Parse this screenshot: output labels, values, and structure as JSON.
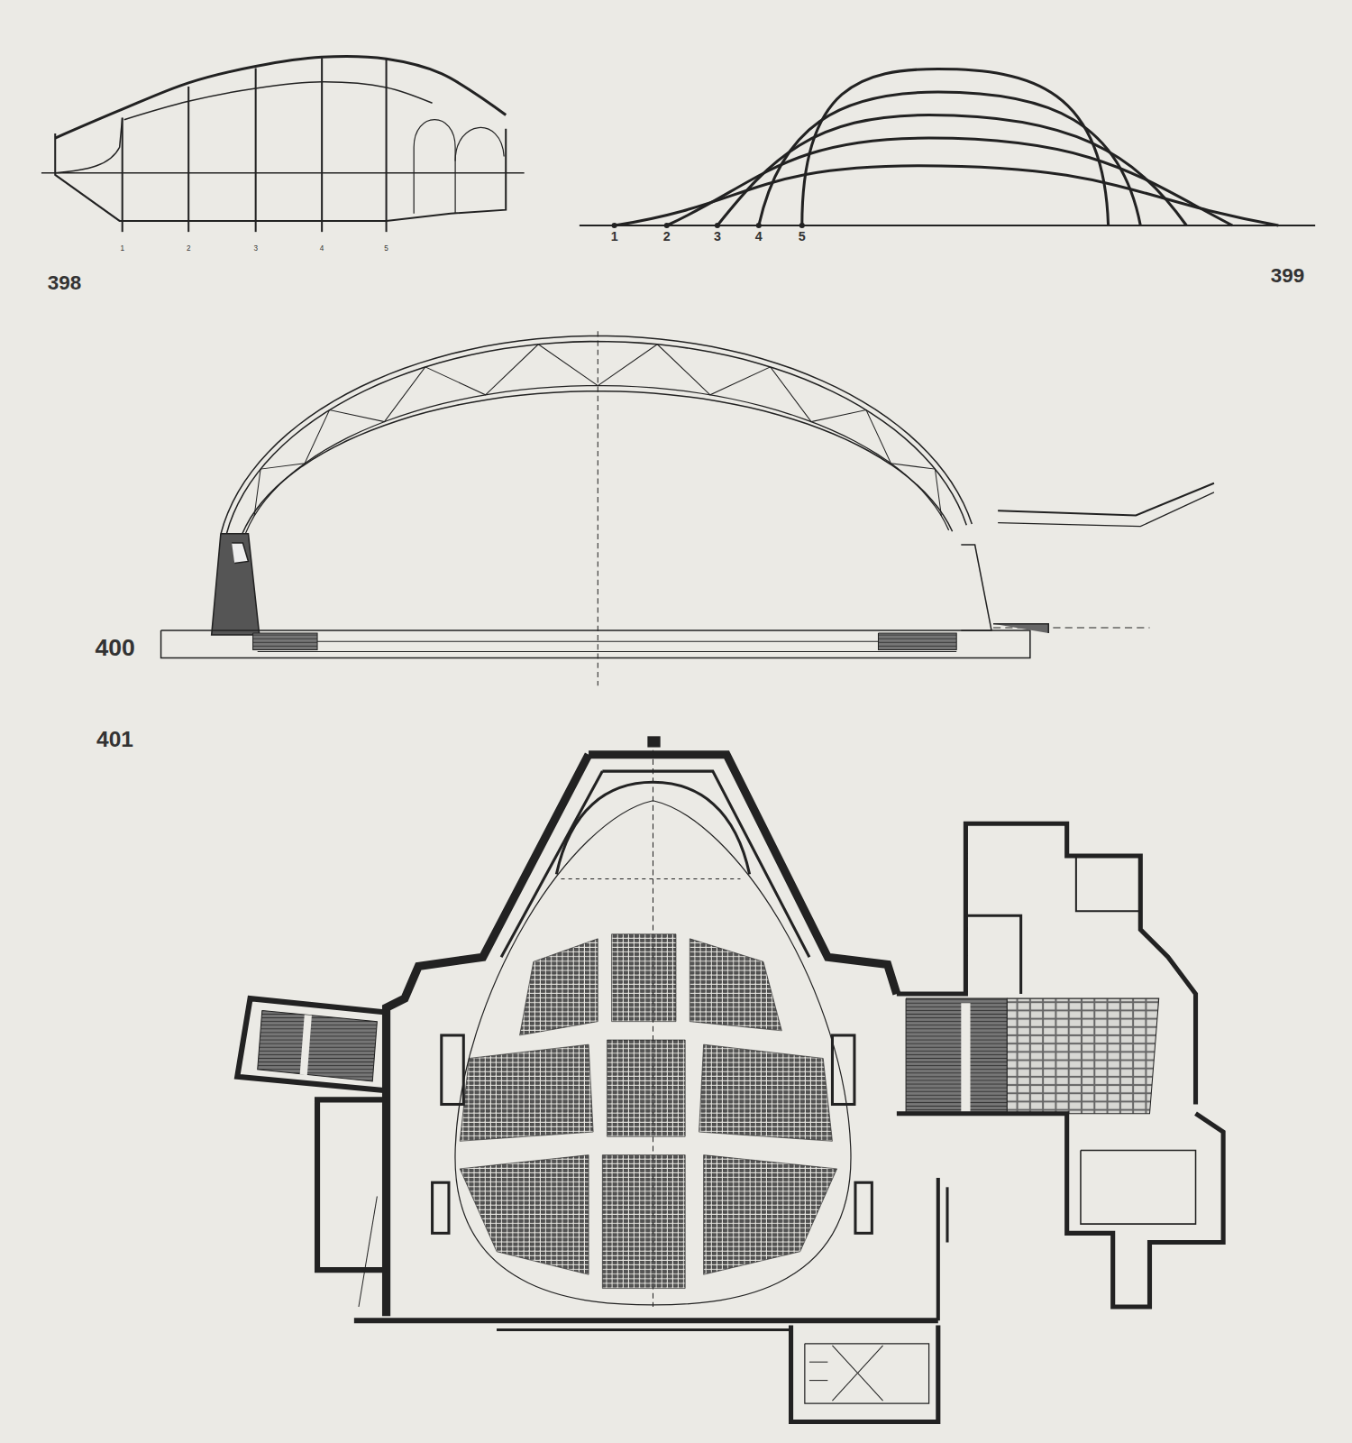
{
  "diagram": {
    "labels": [
      "398",
      "1",
      "2",
      "3",
      "4",
      "5",
      "399",
      "1",
      "2",
      "3",
      "4",
      "5",
      "400",
      "401"
    ]
  }
}
